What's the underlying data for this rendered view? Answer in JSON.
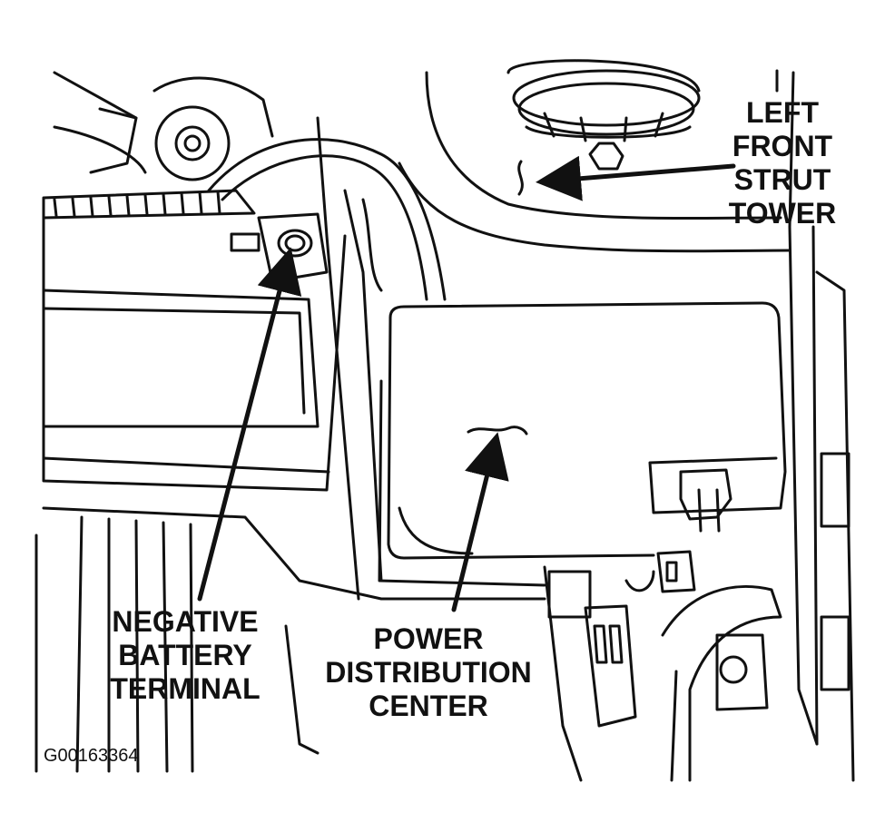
{
  "labels": {
    "strut_tower": [
      "LEFT",
      "FRONT",
      "STRUT",
      "TOWER"
    ],
    "negative_terminal": [
      "NEGATIVE",
      "BATTERY",
      "TERMINAL"
    ],
    "power_distribution": [
      "POWER",
      "DISTRIBUTION",
      "CENTER"
    ]
  },
  "figure_id": "G00163364",
  "colors": {
    "ink": "#111111",
    "background": "#ffffff"
  }
}
